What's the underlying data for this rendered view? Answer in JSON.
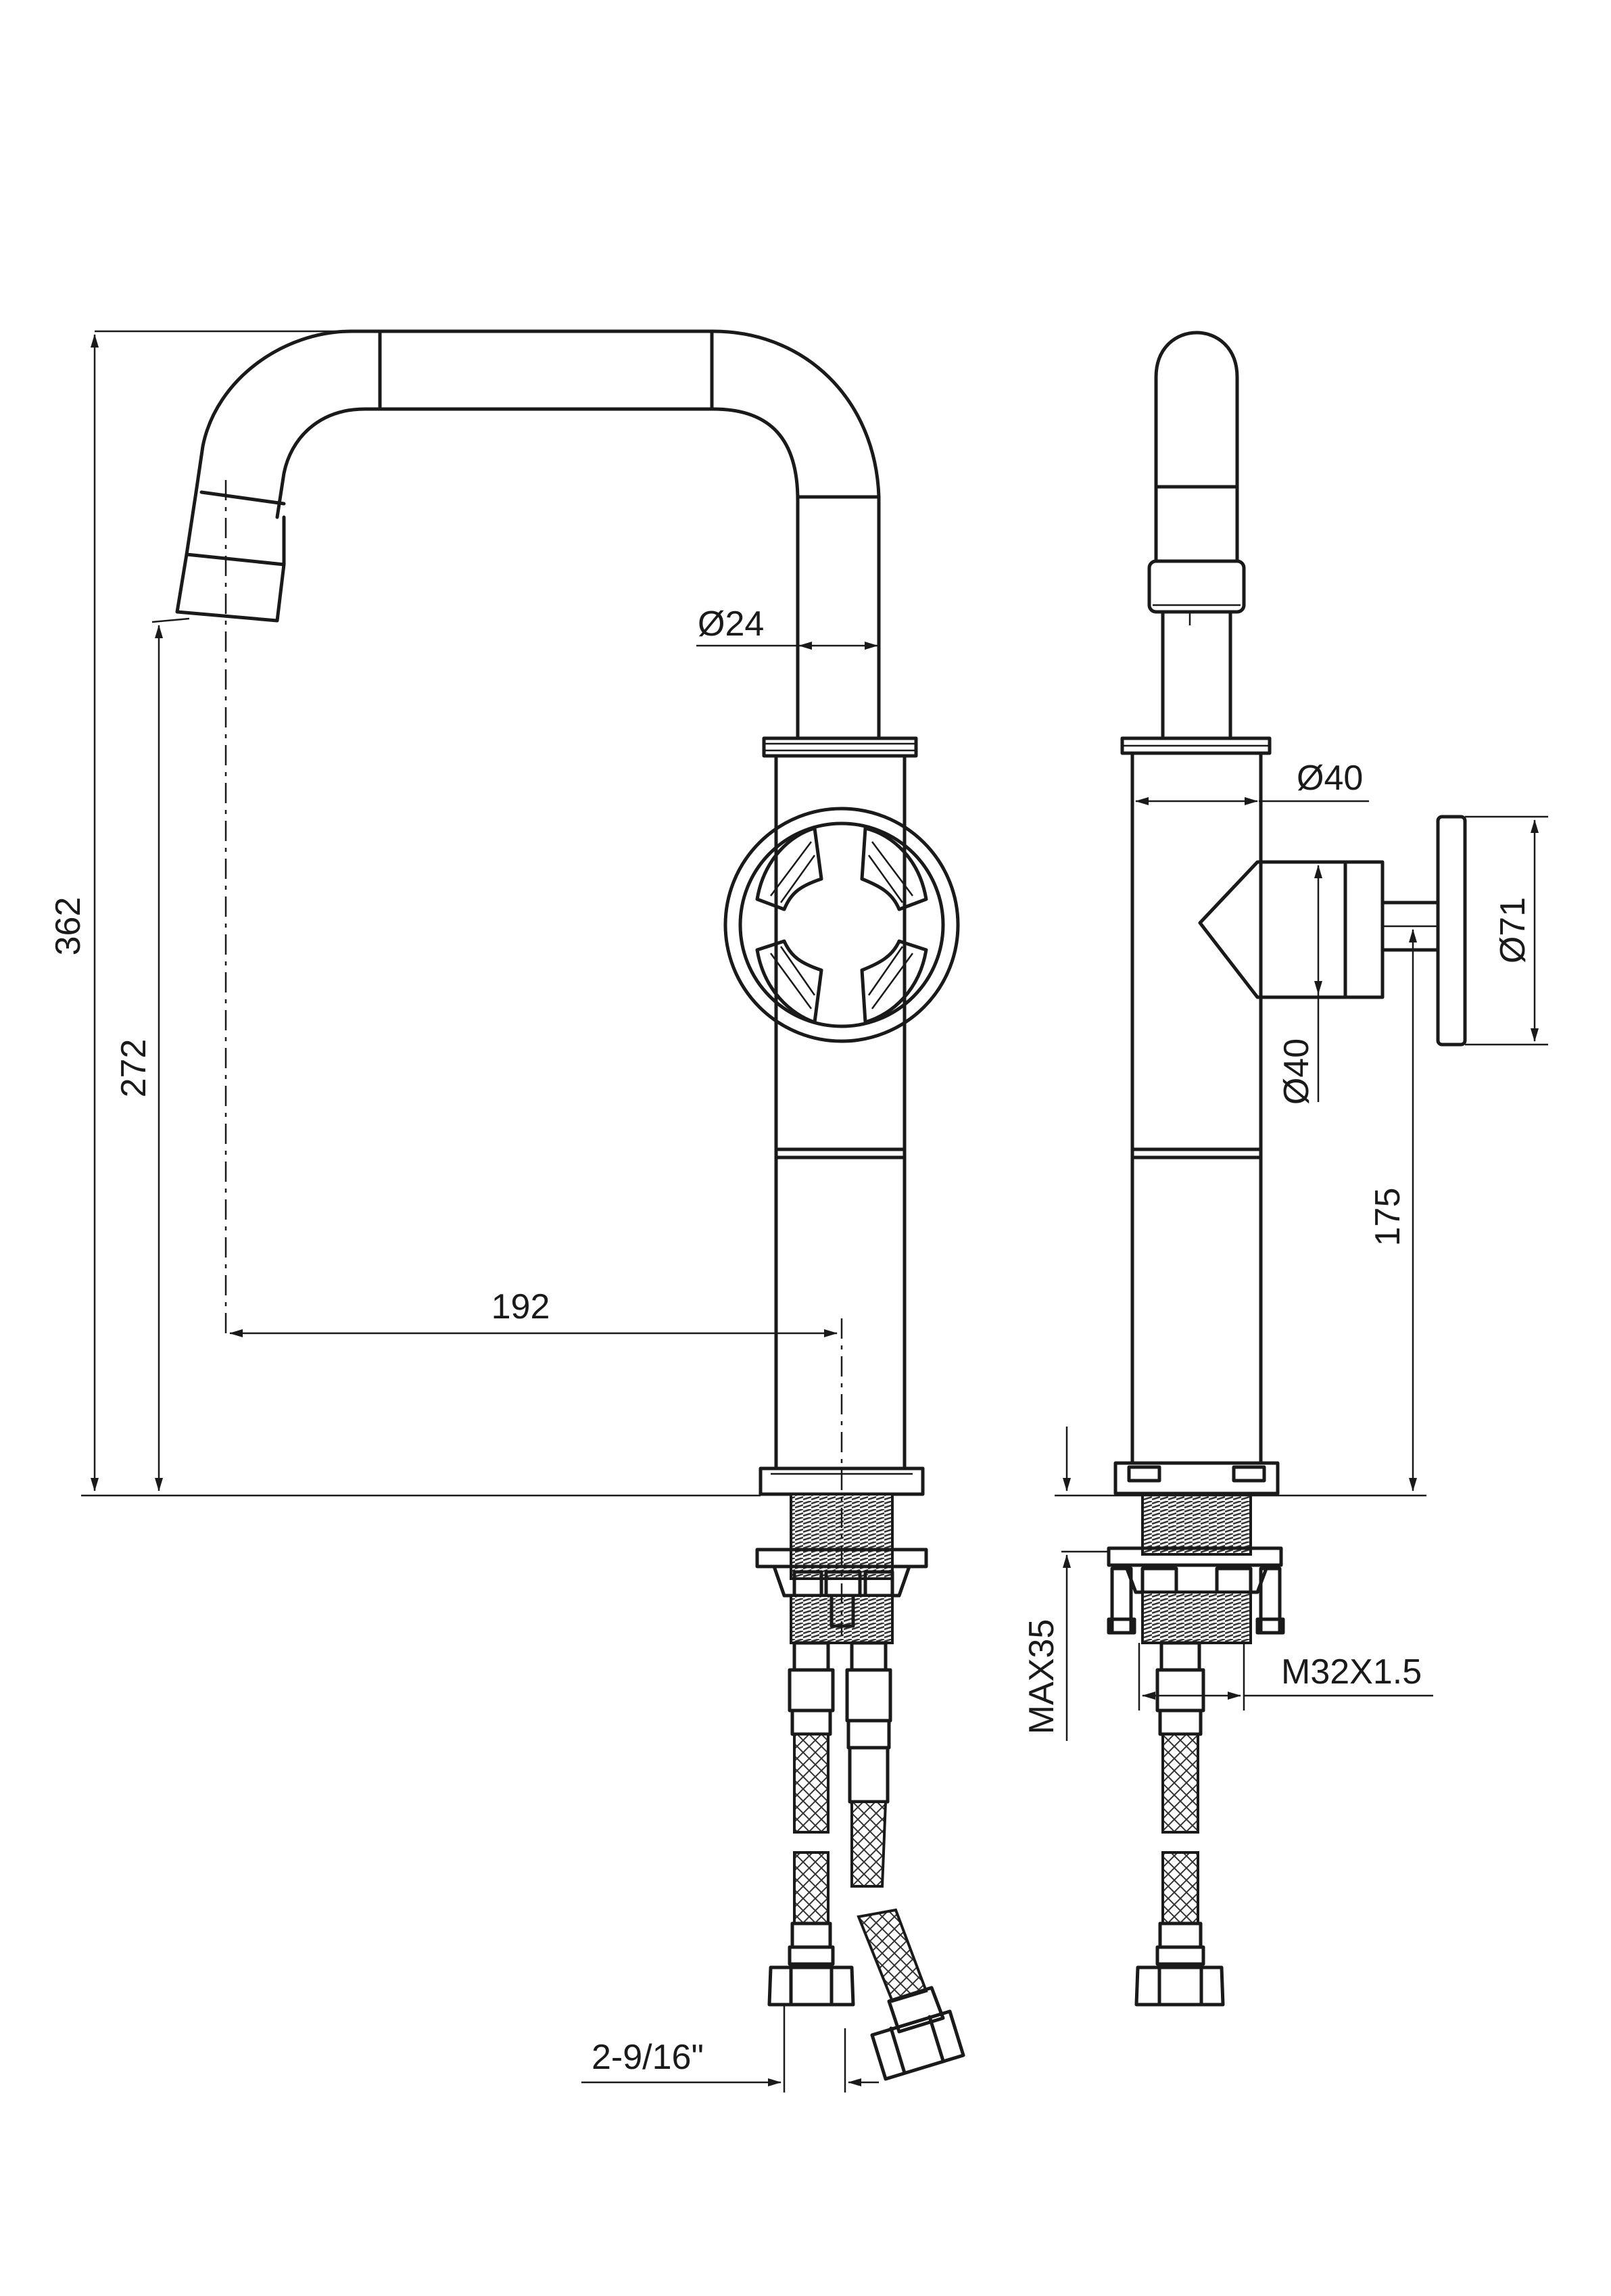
{
  "dimensions": {
    "total_height": "362",
    "spout_height": "272",
    "reach": "192",
    "spout_diameter": "Ø24",
    "body_diameter": "Ø40",
    "handle_hub_diameter": "Ø40",
    "handle_diameter": "Ø71",
    "handle_height": "175",
    "max_deck": "MAX35",
    "thread": "M32X1.5",
    "hose_spacing": "2-9/16\""
  }
}
